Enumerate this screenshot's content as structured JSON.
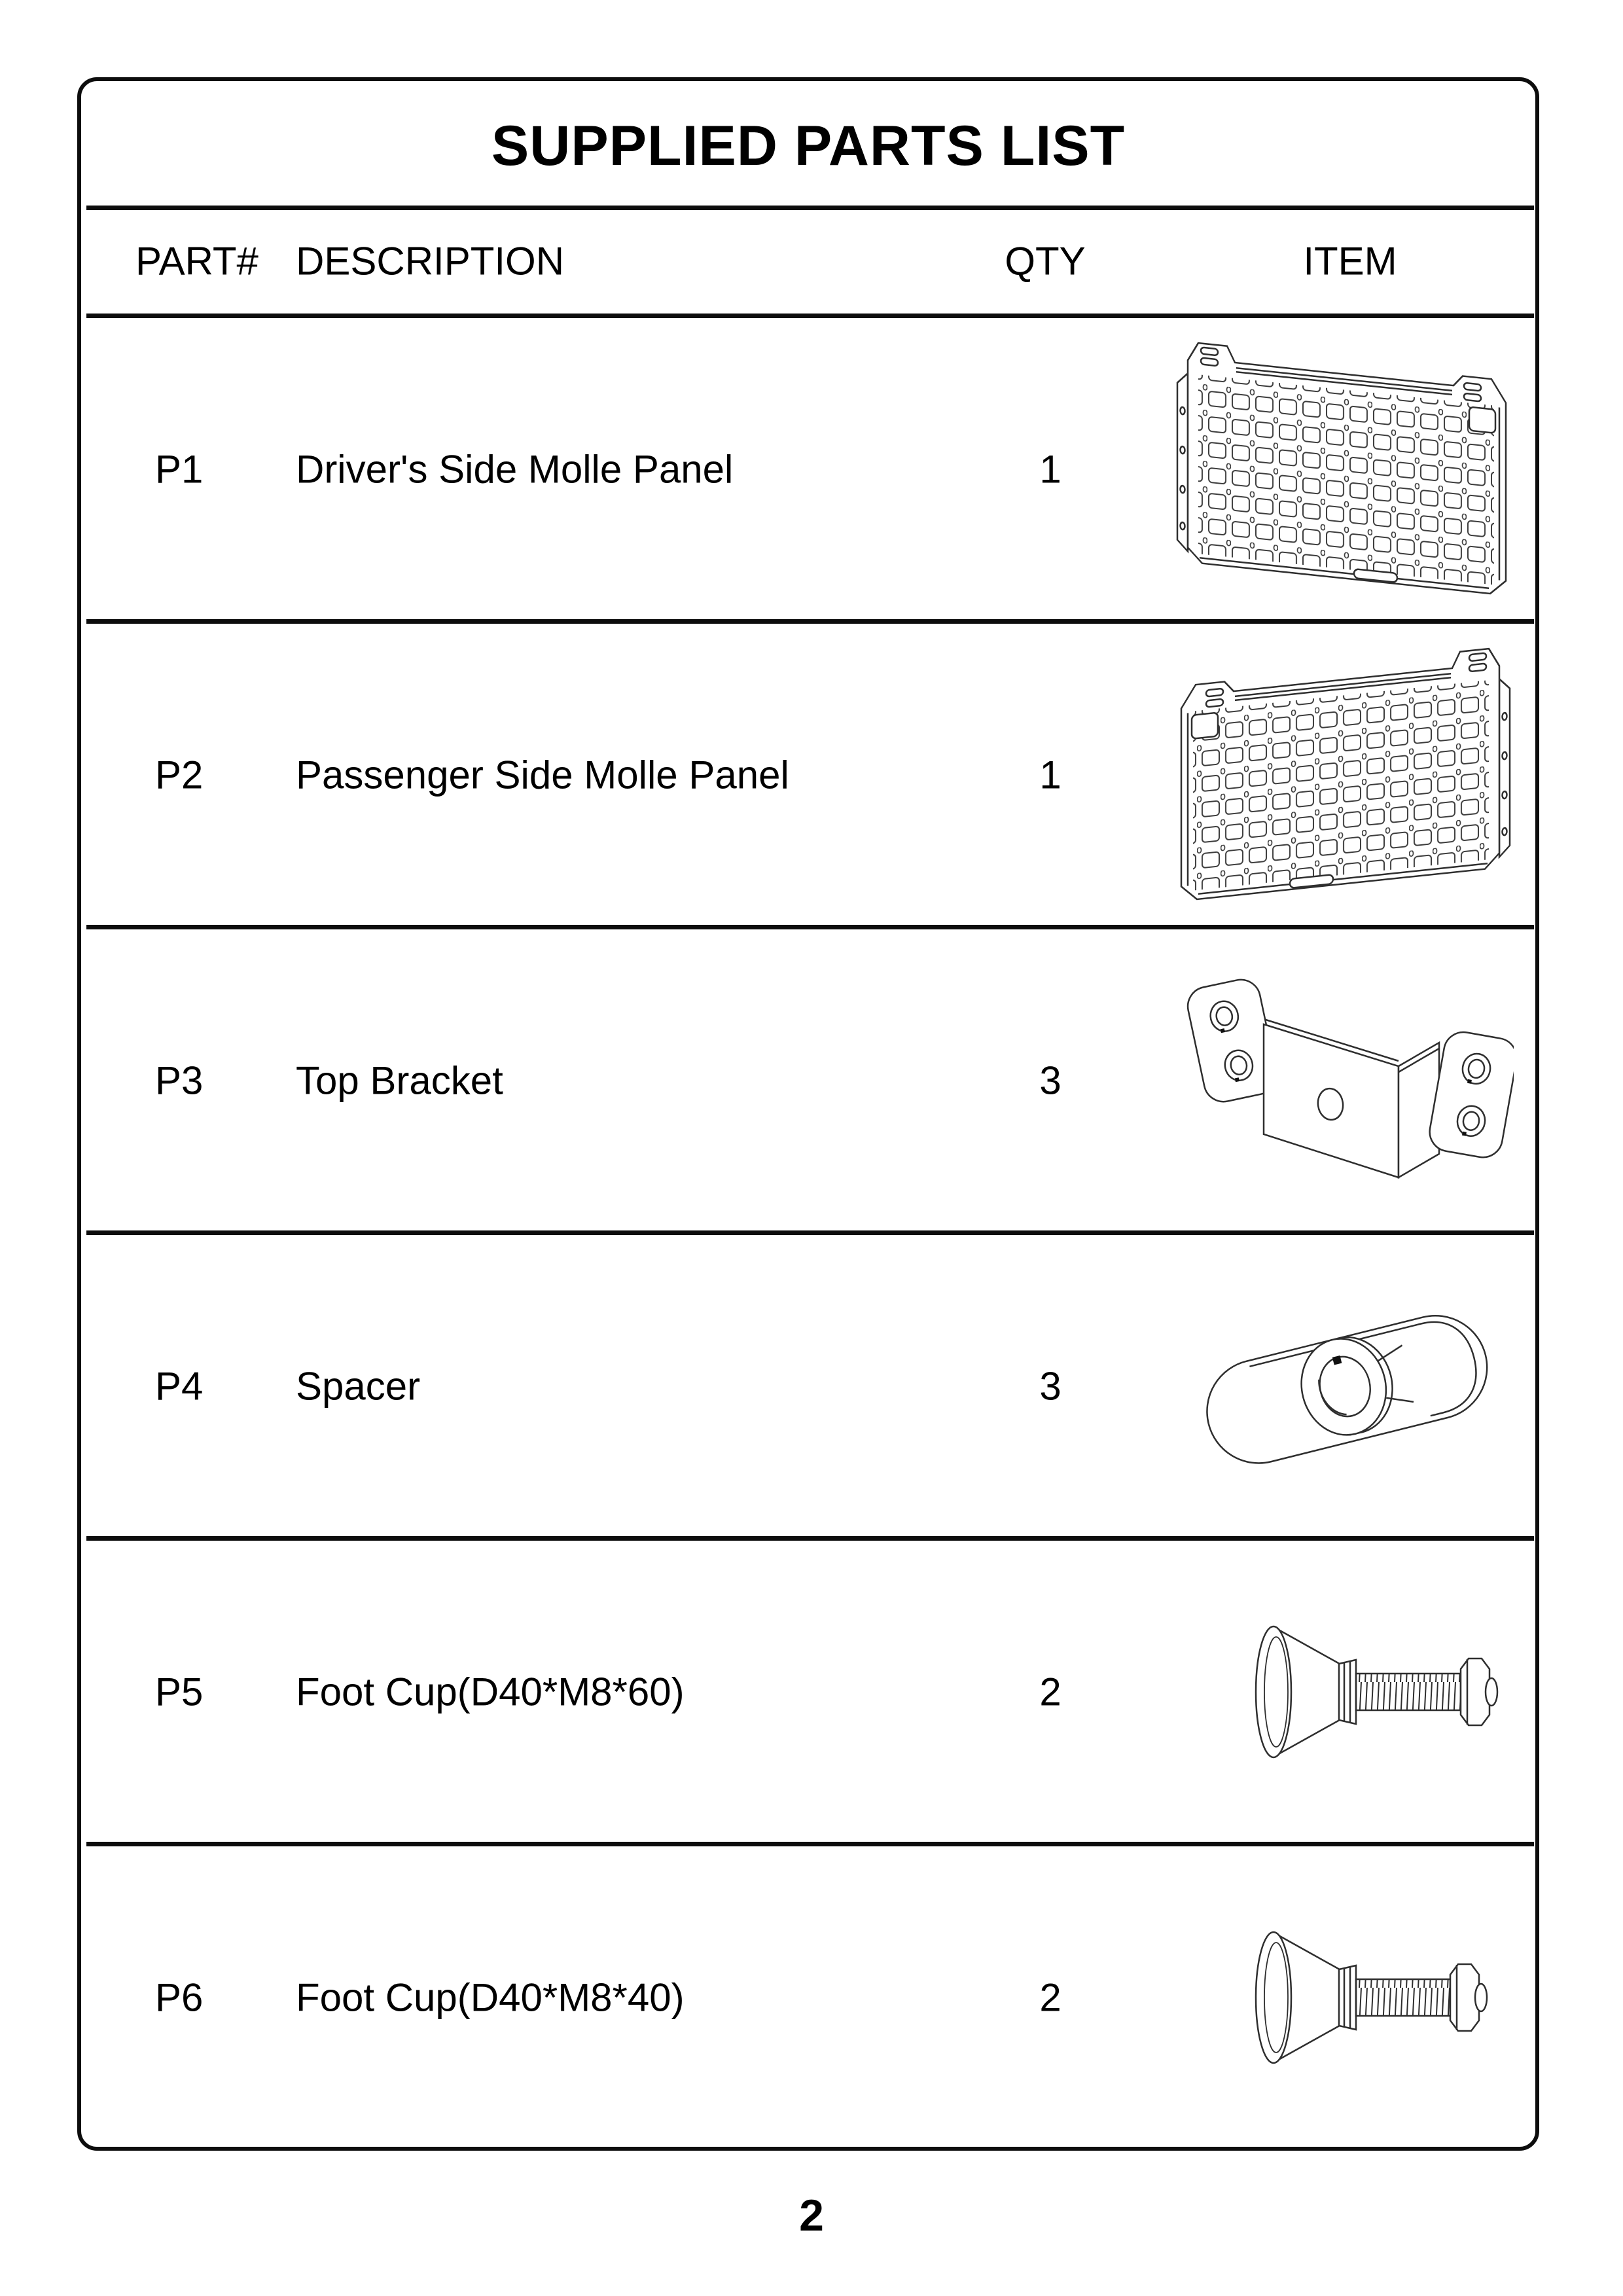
{
  "document": {
    "title": "SUPPLIED PARTS LIST",
    "page_number": "2"
  },
  "table": {
    "headers": {
      "part": "PART#",
      "description": "DESCRIPTION",
      "qty": "QTY",
      "item": "ITEM"
    },
    "rows": [
      {
        "part": "P1",
        "description": "Driver's Side Molle Panel",
        "qty": "1",
        "item_drawing": "drivers-side-molle-panel"
      },
      {
        "part": "P2",
        "description": "Passenger Side Molle Panel",
        "qty": "1",
        "item_drawing": "passenger-side-molle-panel"
      },
      {
        "part": "P3",
        "description": "Top Bracket",
        "qty": "3",
        "item_drawing": "top-bracket"
      },
      {
        "part": "P4",
        "description": "Spacer",
        "qty": "3",
        "item_drawing": "spacer"
      },
      {
        "part": "P5",
        "description": "Foot Cup(D40*M8*60)",
        "qty": "2",
        "item_drawing": "foot-cup-d40-m8-60"
      },
      {
        "part": "P6",
        "description": "Foot Cup(D40*M8*40)",
        "qty": "2",
        "item_drawing": "foot-cup-d40-m8-40"
      }
    ]
  }
}
